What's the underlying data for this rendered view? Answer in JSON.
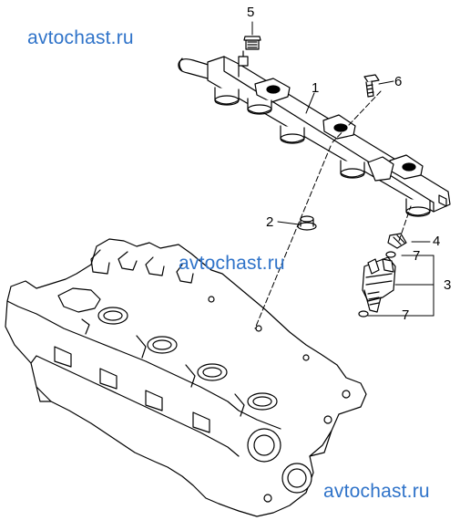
{
  "watermarks": [
    "avtochast.ru",
    "avtochast.ru",
    "avtochast.ru"
  ],
  "callouts": {
    "c1": "1",
    "c2": "2",
    "c3": "3",
    "c4": "4",
    "c5": "5",
    "c6": "6",
    "c7a": "7",
    "c7b": "7"
  },
  "colors": {
    "watermark": "#2f73c9",
    "line": "#000000",
    "background": "#ffffff"
  }
}
